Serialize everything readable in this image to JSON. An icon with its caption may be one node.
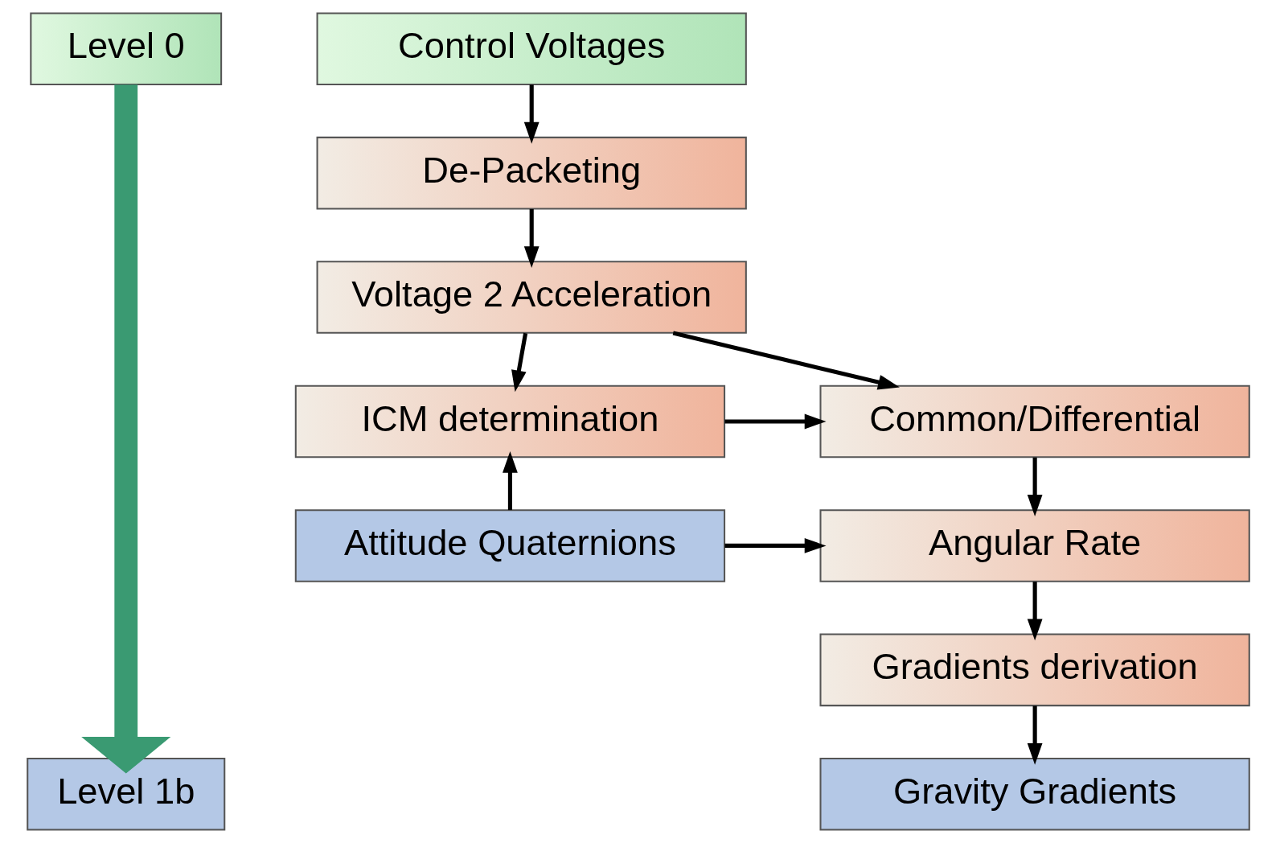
{
  "diagram": {
    "nodes": [
      {
        "text": [
          "Level 0"
        ]
      },
      {
        "text": [
          "Control Voltages"
        ]
      },
      {
        "text": [
          "De-Packeting"
        ]
      },
      {
        "text": [
          "Voltage 2 Acceleration"
        ]
      },
      {
        "text": [
          "Common/Differential"
        ]
      },
      {
        "text": [
          "ICM determination"
        ]
      },
      {
        "text": [
          "Angular Rate"
        ]
      },
      {
        "text": [
          "Attitude Quaternions"
        ]
      },
      {
        "text": [
          "Gradients derivation"
        ]
      },
      {
        "text": [
          "Level 1b"
        ]
      },
      {
        "text": [
          "Gravity Gradients"
        ]
      }
    ],
    "edges": [
      {
        "from": 0,
        "to": 9,
        "arrow": "to",
        "style": "thick",
        "color": "#3a9a72"
      },
      {
        "from": 1,
        "to": 2,
        "arrow": "to"
      },
      {
        "from": 2,
        "to": 3,
        "arrow": "to"
      },
      {
        "from": 3,
        "to": 4,
        "arrow": "to"
      },
      {
        "from": 3,
        "to": 5,
        "arrow": "to"
      },
      {
        "from": 5,
        "to": 4,
        "arrow": "to"
      },
      {
        "from": 4,
        "to": 6,
        "arrow": "to"
      },
      {
        "from": 7,
        "to": 6,
        "arrow": "to"
      },
      {
        "from": 7,
        "to": 5,
        "arrow": "to"
      },
      {
        "from": 6,
        "to": 8,
        "arrow": "to"
      },
      {
        "from": 8,
        "to": 10,
        "arrow": "to"
      }
    ]
  }
}
